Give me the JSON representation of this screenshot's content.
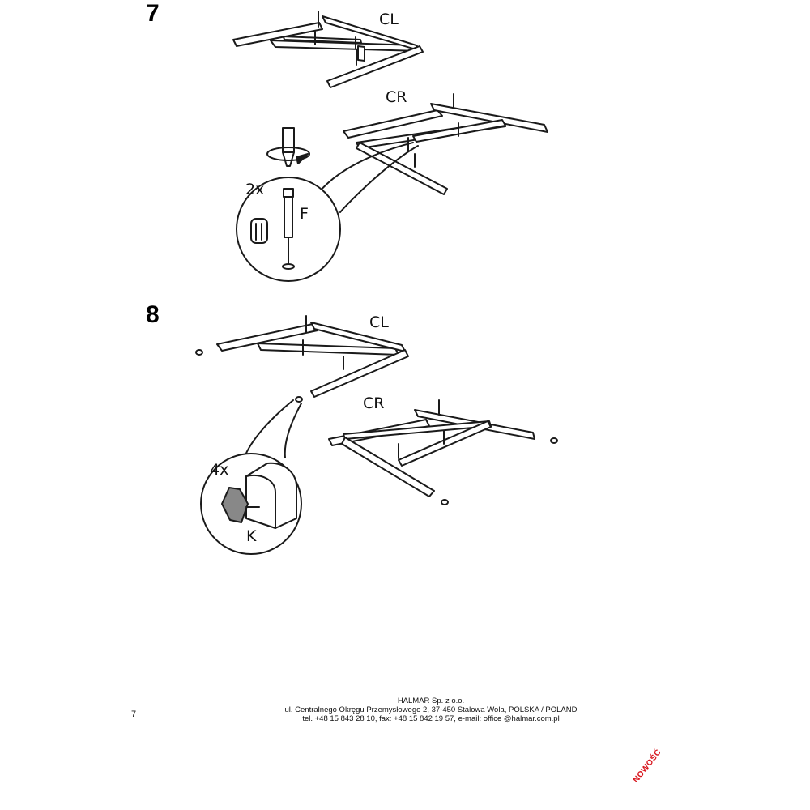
{
  "page": {
    "number": "7"
  },
  "steps": [
    {
      "number": "7",
      "labels": {
        "left_frame": "CL",
        "right_frame": "CR",
        "quantity": "2x",
        "part": "F"
      },
      "icons": [
        "screwdriver-icon",
        "rotate-clockwise-icon",
        "bolt-icon",
        "dowel-icon"
      ]
    },
    {
      "number": "8",
      "labels": {
        "left_frame": "CL",
        "right_frame": "CR",
        "quantity": "4x",
        "part": "K"
      },
      "icons": [
        "felt-pad-icon",
        "leg-end-icon"
      ]
    }
  ],
  "footer": {
    "company": "HALMAR Sp. z o.o.",
    "address": "ul. Centralnego Okręgu Przemysłowego 2, 37-450 Stalowa Wola, POLSKA / POLAND",
    "contact": "tel. +48 15 843 28 10, fax: +48 15 842 19 57, e-mail: office @halmar.com.pl"
  },
  "stamp": {
    "text": "NOWOŚĆ",
    "color": "#d8141c"
  }
}
